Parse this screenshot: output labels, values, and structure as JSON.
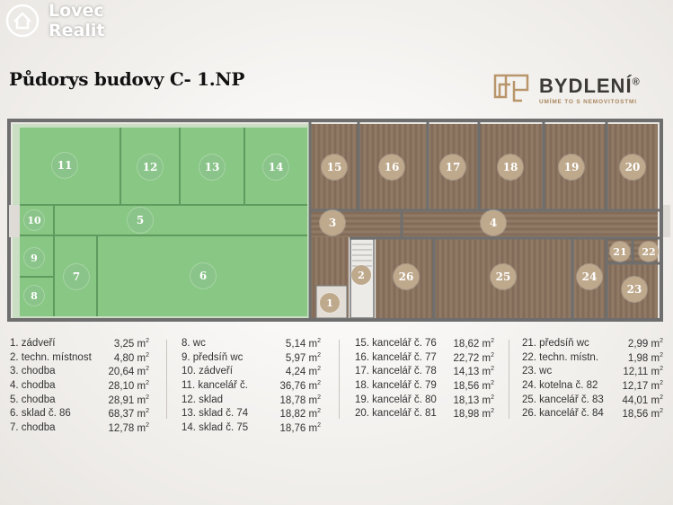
{
  "watermark": {
    "line1": "Lovec",
    "line2": "Realit"
  },
  "title": "Půdorys budovy C- 1.NP",
  "brand": {
    "name": "BYDLENÍ",
    "mark": "®",
    "tagline": "UMÍME TO S NEMOVITOSTMI",
    "accent": "#b8956a"
  },
  "colors": {
    "green": "#7ec27b",
    "wood": "#8b7560",
    "wall": "#6f6f6f",
    "badge": "#bfa98c"
  },
  "labels": [
    "1",
    "2",
    "3",
    "4",
    "5",
    "6",
    "7",
    "8",
    "9",
    "10",
    "11",
    "12",
    "13",
    "14",
    "15",
    "16",
    "17",
    "18",
    "19",
    "20",
    "21",
    "22",
    "23",
    "24",
    "25",
    "26"
  ],
  "legend": [
    [
      {
        "name": "1. zádveří",
        "value": "3,25 m"
      },
      {
        "name": "2. techn. místnost",
        "value": "4,80 m"
      },
      {
        "name": "3. chodba",
        "value": "20,64 m"
      },
      {
        "name": "4. chodba",
        "value": "28,10 m"
      },
      {
        "name": "5. chodba",
        "value": "28,91 m"
      },
      {
        "name": "6. sklad č. 86",
        "value": "68,37 m"
      },
      {
        "name": "7. chodba",
        "value": "12,78 m"
      }
    ],
    [
      {
        "name": "8. wc",
        "value": "5,14 m"
      },
      {
        "name": "9. předsíň wc",
        "value": "5,97 m"
      },
      {
        "name": "10. zádveří",
        "value": "4,24 m"
      },
      {
        "name": "11. kancelář č.",
        "value": "36,76 m"
      },
      {
        "name": "12. sklad",
        "value": "18,78 m"
      },
      {
        "name": "13. sklad č. 74",
        "value": "18,82 m"
      },
      {
        "name": "14. sklad č. 75",
        "value": "18,76 m"
      }
    ],
    [
      {
        "name": "15. kancelář č. 76",
        "value": "18,62 m"
      },
      {
        "name": "16. kancelář č. 77",
        "value": "22,72 m"
      },
      {
        "name": "17. kancelář č. 78",
        "value": "14,13 m"
      },
      {
        "name": "18. kancelář č. 79",
        "value": "18,56 m"
      },
      {
        "name": "19. kancelář č. 80",
        "value": "18,13 m"
      },
      {
        "name": "20. kancelář č. 81",
        "value": "18,98 m"
      }
    ],
    [
      {
        "name": "21. předsíň wc",
        "value": "2,99 m"
      },
      {
        "name": "22. techn. místn.",
        "value": "1,98 m"
      },
      {
        "name": "23. wc",
        "value": "12,11 m"
      },
      {
        "name": "24. kotelna č. 82",
        "value": "12,17 m"
      },
      {
        "name": "25. kancelář č. 83",
        "value": "44,01 m"
      },
      {
        "name": "26. kancelář č. 84",
        "value": "18,56 m"
      }
    ]
  ],
  "unit_sup": "2"
}
